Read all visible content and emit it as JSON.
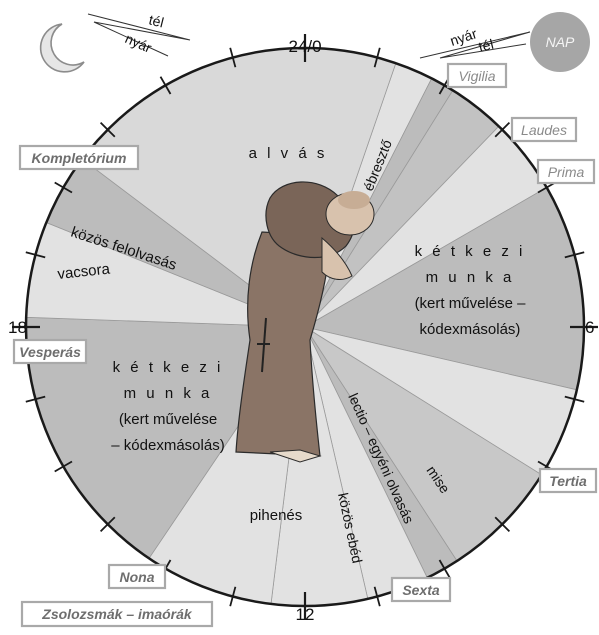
{
  "clock": {
    "hours": {
      "h0": "24/0",
      "h6": "6",
      "h12": "12",
      "h18": "18"
    }
  },
  "legend": {
    "moon_winter": "tél",
    "moon_summer": "nyár",
    "sun_summer": "nyár",
    "sun_winter": "tél",
    "sun_label": "NAP"
  },
  "segments": {
    "sleep": "a l v á s",
    "wakeup": "ébresztő",
    "common_reading": "közös felolvasás",
    "supper": "vacsora",
    "work_right": {
      "line1": "k é t k e z i",
      "line2": "m u n k a",
      "line3": "(kert művelése –",
      "line4": "kódexmásolás)"
    },
    "work_left": {
      "line1": "k é t k e z i",
      "line2": "m u n k a",
      "line3": "(kert művelése",
      "line4": "– kódexmásolás)"
    },
    "rest": "pihenés",
    "common_lunch": "közös ebéd",
    "lectio": "lectio – egyéni olvasás",
    "mass": "mise"
  },
  "hours_of_prayer": {
    "vigilia": "Vigilia",
    "laudes": "Laudes",
    "prima": "Prima",
    "tertia": "Tertia",
    "sexta": "Sexta",
    "nona": "Nona",
    "vesperas": "Vesperás",
    "completorium": "Kompletórium",
    "caption": "Zsolozsmák – imaórák"
  },
  "colors": {
    "sleep": "#d9d9d9",
    "work": "#bcbcbc",
    "light": "#e2e2e2",
    "reading": "#c2c2c2",
    "mass": "#c8c8c8",
    "tag_border": "#a9a9a9",
    "sun": "#a6a6a6"
  }
}
